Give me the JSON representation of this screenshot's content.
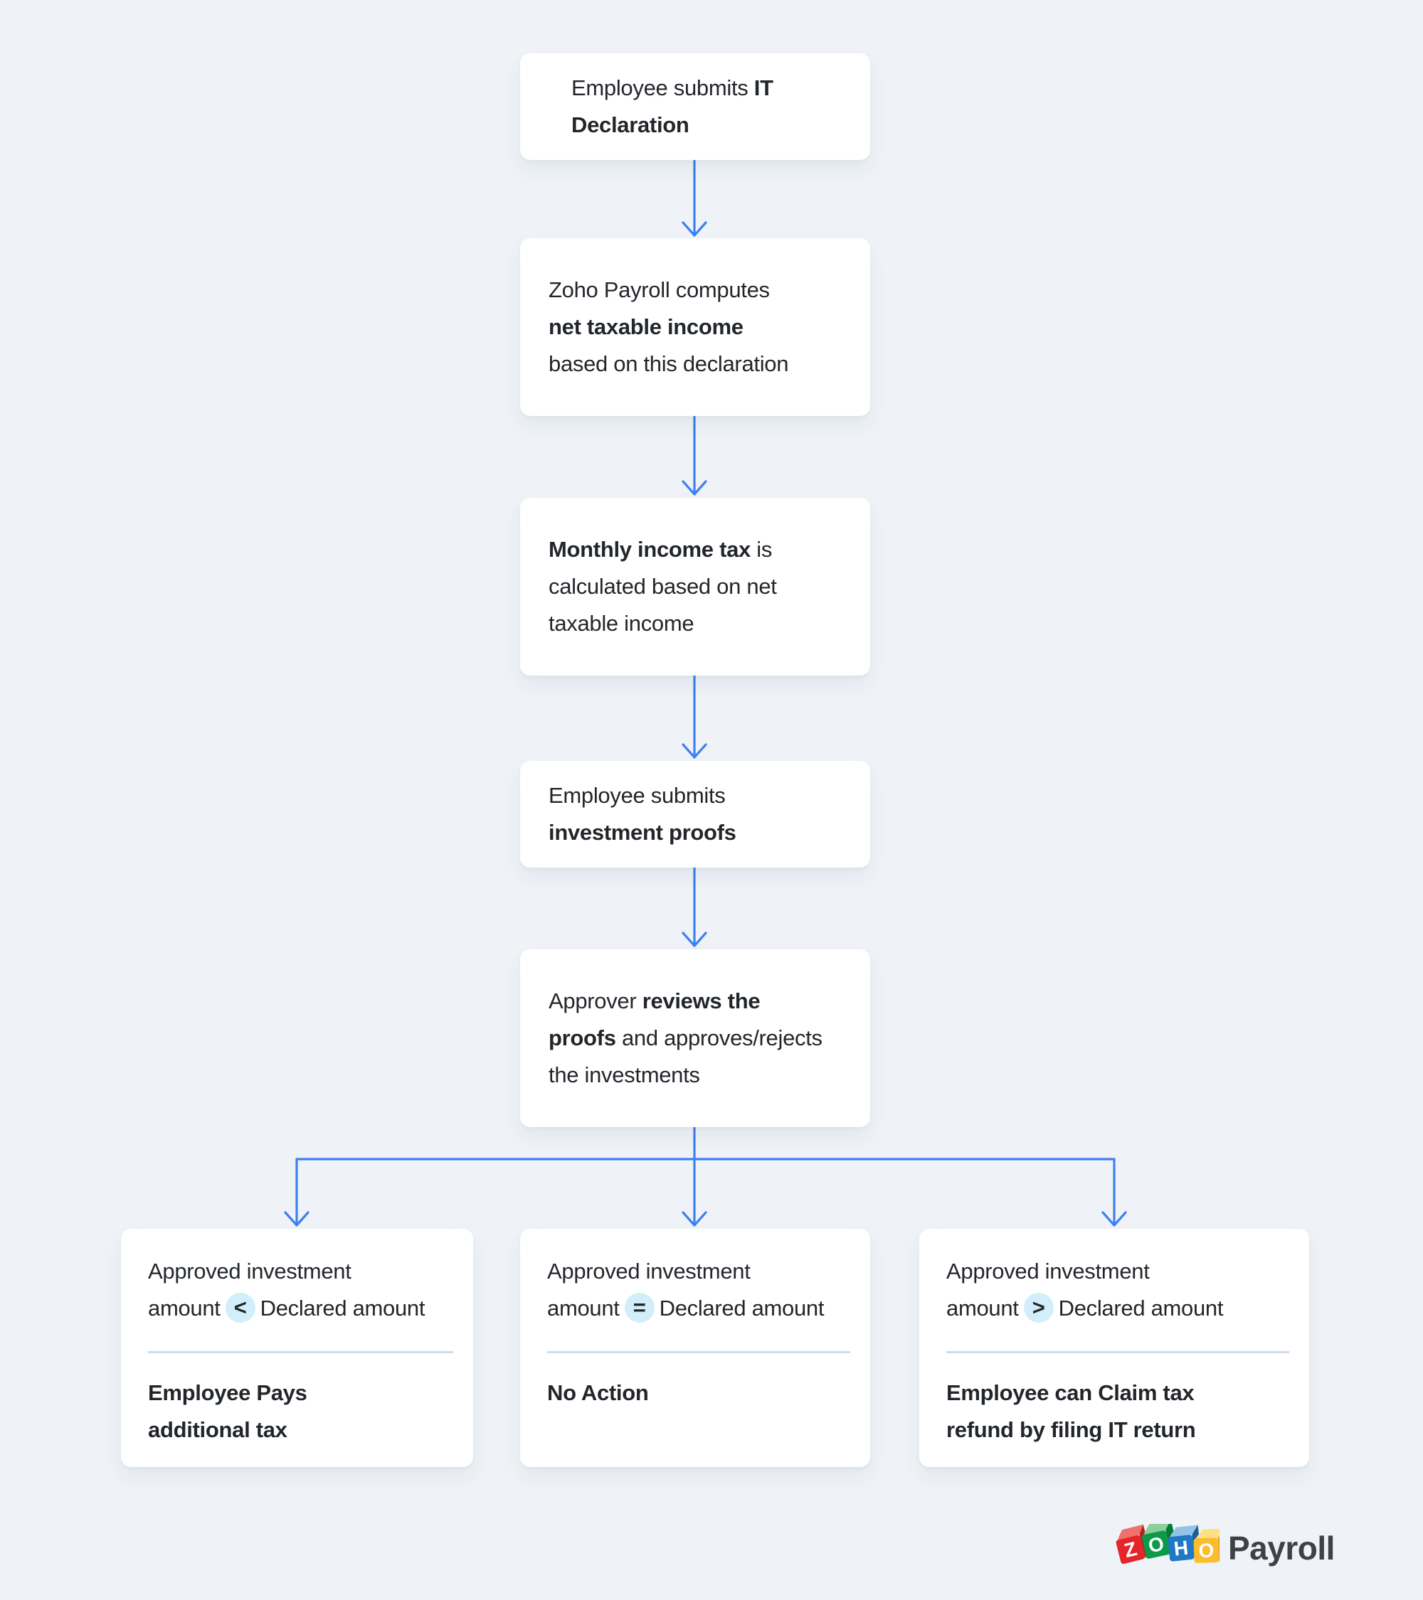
{
  "colors": {
    "background": "#eff3f7",
    "card": "#ffffff",
    "text": "#22262b",
    "arrow_blue": "#3d80f2",
    "operator_chip_bg": "#d2eefa",
    "divider": "#cbdcec",
    "logo_text": "#3e4146",
    "zoho_red": "#e42527",
    "zoho_green": "#0a9b48",
    "zoho_blue": "#2079c3",
    "zoho_yellow": "#fbbd2c"
  },
  "flow": {
    "nodes": [
      {
        "id": "it-declaration",
        "lines": [
          [
            {
              "t": "Employee submits ",
              "b": false
            },
            {
              "t": "IT",
              "b": true
            }
          ],
          [
            {
              "t": "Declaration",
              "b": true
            }
          ]
        ]
      },
      {
        "id": "compute-net-taxable-income",
        "lines": [
          [
            {
              "t": "Zoho Payroll computes",
              "b": false
            }
          ],
          [
            {
              "t": "net taxable income",
              "b": true
            }
          ],
          [
            {
              "t": "based on this declaration",
              "b": false
            }
          ]
        ]
      },
      {
        "id": "monthly-income-tax",
        "lines": [
          [
            {
              "t": "Monthly income tax",
              "b": true
            },
            {
              "t": " is",
              "b": false
            }
          ],
          [
            {
              "t": "calculated based on net",
              "b": false
            }
          ],
          [
            {
              "t": "taxable income",
              "b": false
            }
          ]
        ]
      },
      {
        "id": "investment-proofs",
        "lines": [
          [
            {
              "t": "Employee submits",
              "b": false
            }
          ],
          [
            {
              "t": "investment proofs",
              "b": true
            }
          ]
        ]
      },
      {
        "id": "approver-review",
        "lines": [
          [
            {
              "t": "Approver ",
              "b": false
            },
            {
              "t": "reviews the",
              "b": true
            }
          ],
          [
            {
              "t": "proofs",
              "b": true
            },
            {
              "t": " and approves/rejects",
              "b": false
            }
          ],
          [
            {
              "t": "the investments",
              "b": false
            }
          ]
        ]
      }
    ]
  },
  "branches": [
    {
      "id": "less-than",
      "condition": [
        [
          {
            "t": "Approved investment",
            "b": false
          }
        ],
        [
          {
            "t": "amount",
            "b": false
          },
          {
            "t": "<",
            "b": true,
            "hl": true
          },
          {
            "t": "Declared amount",
            "b": false
          }
        ]
      ],
      "result": [
        [
          {
            "t": "Employee Pays",
            "b": true
          }
        ],
        [
          {
            "t": "additional tax",
            "b": true
          }
        ]
      ]
    },
    {
      "id": "equal",
      "condition": [
        [
          {
            "t": "Approved investment",
            "b": false
          }
        ],
        [
          {
            "t": "amount",
            "b": false
          },
          {
            "t": "=",
            "b": true,
            "hl": true
          },
          {
            "t": "Declared amount",
            "b": false
          }
        ]
      ],
      "result": [
        [
          {
            "t": "No Action",
            "b": true
          }
        ]
      ]
    },
    {
      "id": "greater-than",
      "condition": [
        [
          {
            "t": "Approved investment",
            "b": false
          }
        ],
        [
          {
            "t": "amount",
            "b": false
          },
          {
            "t": ">",
            "b": true,
            "hl": true
          },
          {
            "t": "Declared amount",
            "b": false
          }
        ]
      ],
      "result": [
        [
          {
            "t": "Employee can Claim tax",
            "b": true
          }
        ],
        [
          {
            "t": "refund by filing IT return",
            "b": true
          }
        ]
      ]
    }
  ],
  "logo": {
    "letters": [
      "Z",
      "O",
      "H",
      "O"
    ],
    "product": "Payroll"
  }
}
